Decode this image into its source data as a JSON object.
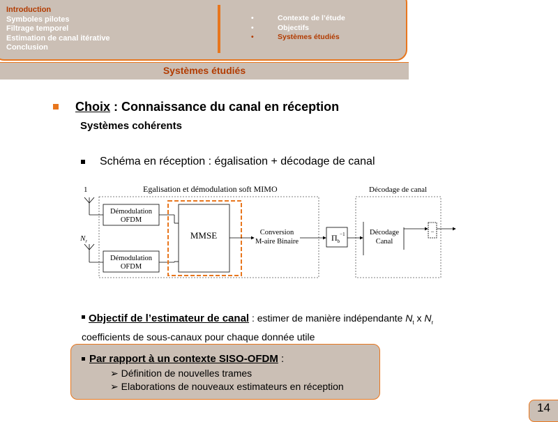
{
  "nav": {
    "sections": [
      "Introduction",
      "Symboles pilotes",
      "Filtrage temporel",
      "Estimation de canal itérative",
      "Conclusion"
    ],
    "active_section": 0,
    "subsections": [
      "Contexte de l’étude",
      "Objectifs",
      "Systèmes étudiés"
    ],
    "active_subsection": 2
  },
  "slide_title": "Systèmes étudiés",
  "content": {
    "choix_word": "Choix",
    "choix_rest": " : Connaissance du canal en réception",
    "coherent": "Systèmes cohérents",
    "schema": "Schéma en réception : égalisation + décodage de canal"
  },
  "diagram": {
    "label_mimo": "Egalisation et démodulation soft MIMO",
    "label_decodage": "Décodage de canal",
    "antenna_1": "1",
    "antenna_nr": "N",
    "antenna_nr_sub": "r",
    "demod_line1": "Démodulation",
    "demod_line2": "OFDM",
    "mmse": "MMSE",
    "conv_line1": "Conversion",
    "conv_line2": "M-aire Binaire",
    "deinterleaver": "Π",
    "deinterleaver_sub": "b",
    "deinterleaver_sup": "−1",
    "dec_line1": "Décodage",
    "dec_line2": "Canal",
    "output_symbol": "−"
  },
  "objective": {
    "title": "Objectif de l’estimateur de canal",
    "colon": " : ",
    "text1": "estimer de manière indépendante ",
    "nt": "N",
    "nt_sub": "t",
    "times": " x ",
    "nr": "N",
    "nr_sub": "r",
    "text2": "coefficients de sous-canaux pour chaque donnée utile"
  },
  "siso": {
    "title": "Par rapport à un contexte SISO-OFDM",
    "colon": " :",
    "items": [
      "Définition de nouvelles trames",
      "Elaborations de nouveaux estimateurs en réception"
    ]
  },
  "page_number": "14",
  "colors": {
    "accent": "#e8761d",
    "panel": "#cbbfb5",
    "active_text": "#b23b00"
  }
}
